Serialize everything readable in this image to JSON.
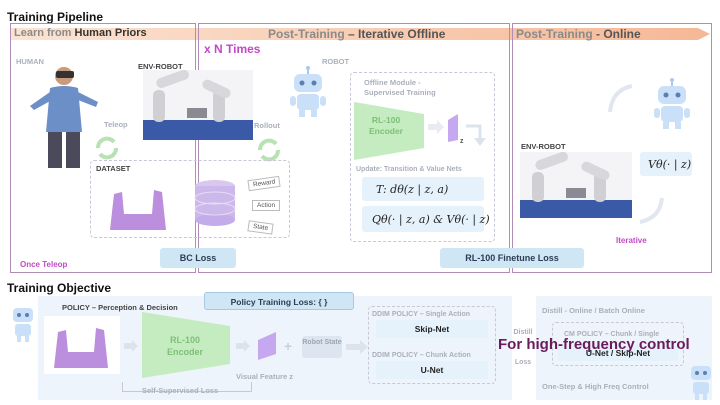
{
  "pipeline": {
    "title": "Training Pipeline",
    "human_priors": {
      "prefix": "Learn  from ",
      "bold": "Human Priors"
    },
    "iterative_offline": {
      "prefix": "Post-Training",
      "suffix": " – Iterative Offline"
    },
    "online": {
      "prefix": "Post-Training",
      "suffix": " - Online"
    },
    "n_times": "x N Times",
    "human_label": "HUMAN",
    "env_robot_label": "ENV-ROBOT",
    "robot_label": "ROBOT",
    "teleop": "Teleop",
    "rollout": "Rollout",
    "dataset": "DATASET",
    "reward": "Reward",
    "action": "Action",
    "state": "State",
    "once_teleop": "Once Teleop",
    "bc_loss": "BC Loss",
    "offline_module": "Offline Module -",
    "supervised_training": "Supervised Training",
    "encoder_line1": "RL-100",
    "encoder_line2": "Encoder",
    "z_label": "z",
    "update_nets": "Update: Transition & Value Nets",
    "transition_formula": "T: dθ(z | z, a)",
    "q_formula": "Qθ(· | z, a) & Vθ(· | z)",
    "online_env_robot": "ENV-ROBOT",
    "online_v_formula": "Vθ(· | z)",
    "iterative": "Iterative",
    "finetune_loss": "RL-100 Finetune Loss"
  },
  "objective": {
    "title": "Training Objective",
    "policy_label": "POLICY – Perception & Decision",
    "policy_loss": "Policy Training Loss: {      }",
    "encoder_line1": "RL-100",
    "encoder_line2": "Encoder",
    "self_supervised": "Self-Supervised Loss",
    "visual_feature": "Visual Feature z",
    "robot_state": "Robot State",
    "ddim_single": "DDIM POLICY – Single Action",
    "skip_net": "Skip-Net",
    "ddim_chunk": "DDIM POLICY – Chunk Action",
    "u_net": "U-Net",
    "distill_loss": "Distill Loss",
    "distill_online": "Distill - Online / Batch Online",
    "cm_policy": "CM POLICY – Chunk / Single",
    "u_net_skip": "U-Net / Skip-Net",
    "one_step": "One-Step & High Freq Control",
    "high_freq": "For high-frequency control"
  },
  "colors": {
    "accent_purple": "#b38bb8",
    "n_times_pink": "#c04bc4",
    "pill_blue": "#cfe6f5",
    "encoder_green": "#c4ecc0",
    "arrow_peach": "#f5c7a8",
    "high_freq_text": "#6b1a5a"
  }
}
